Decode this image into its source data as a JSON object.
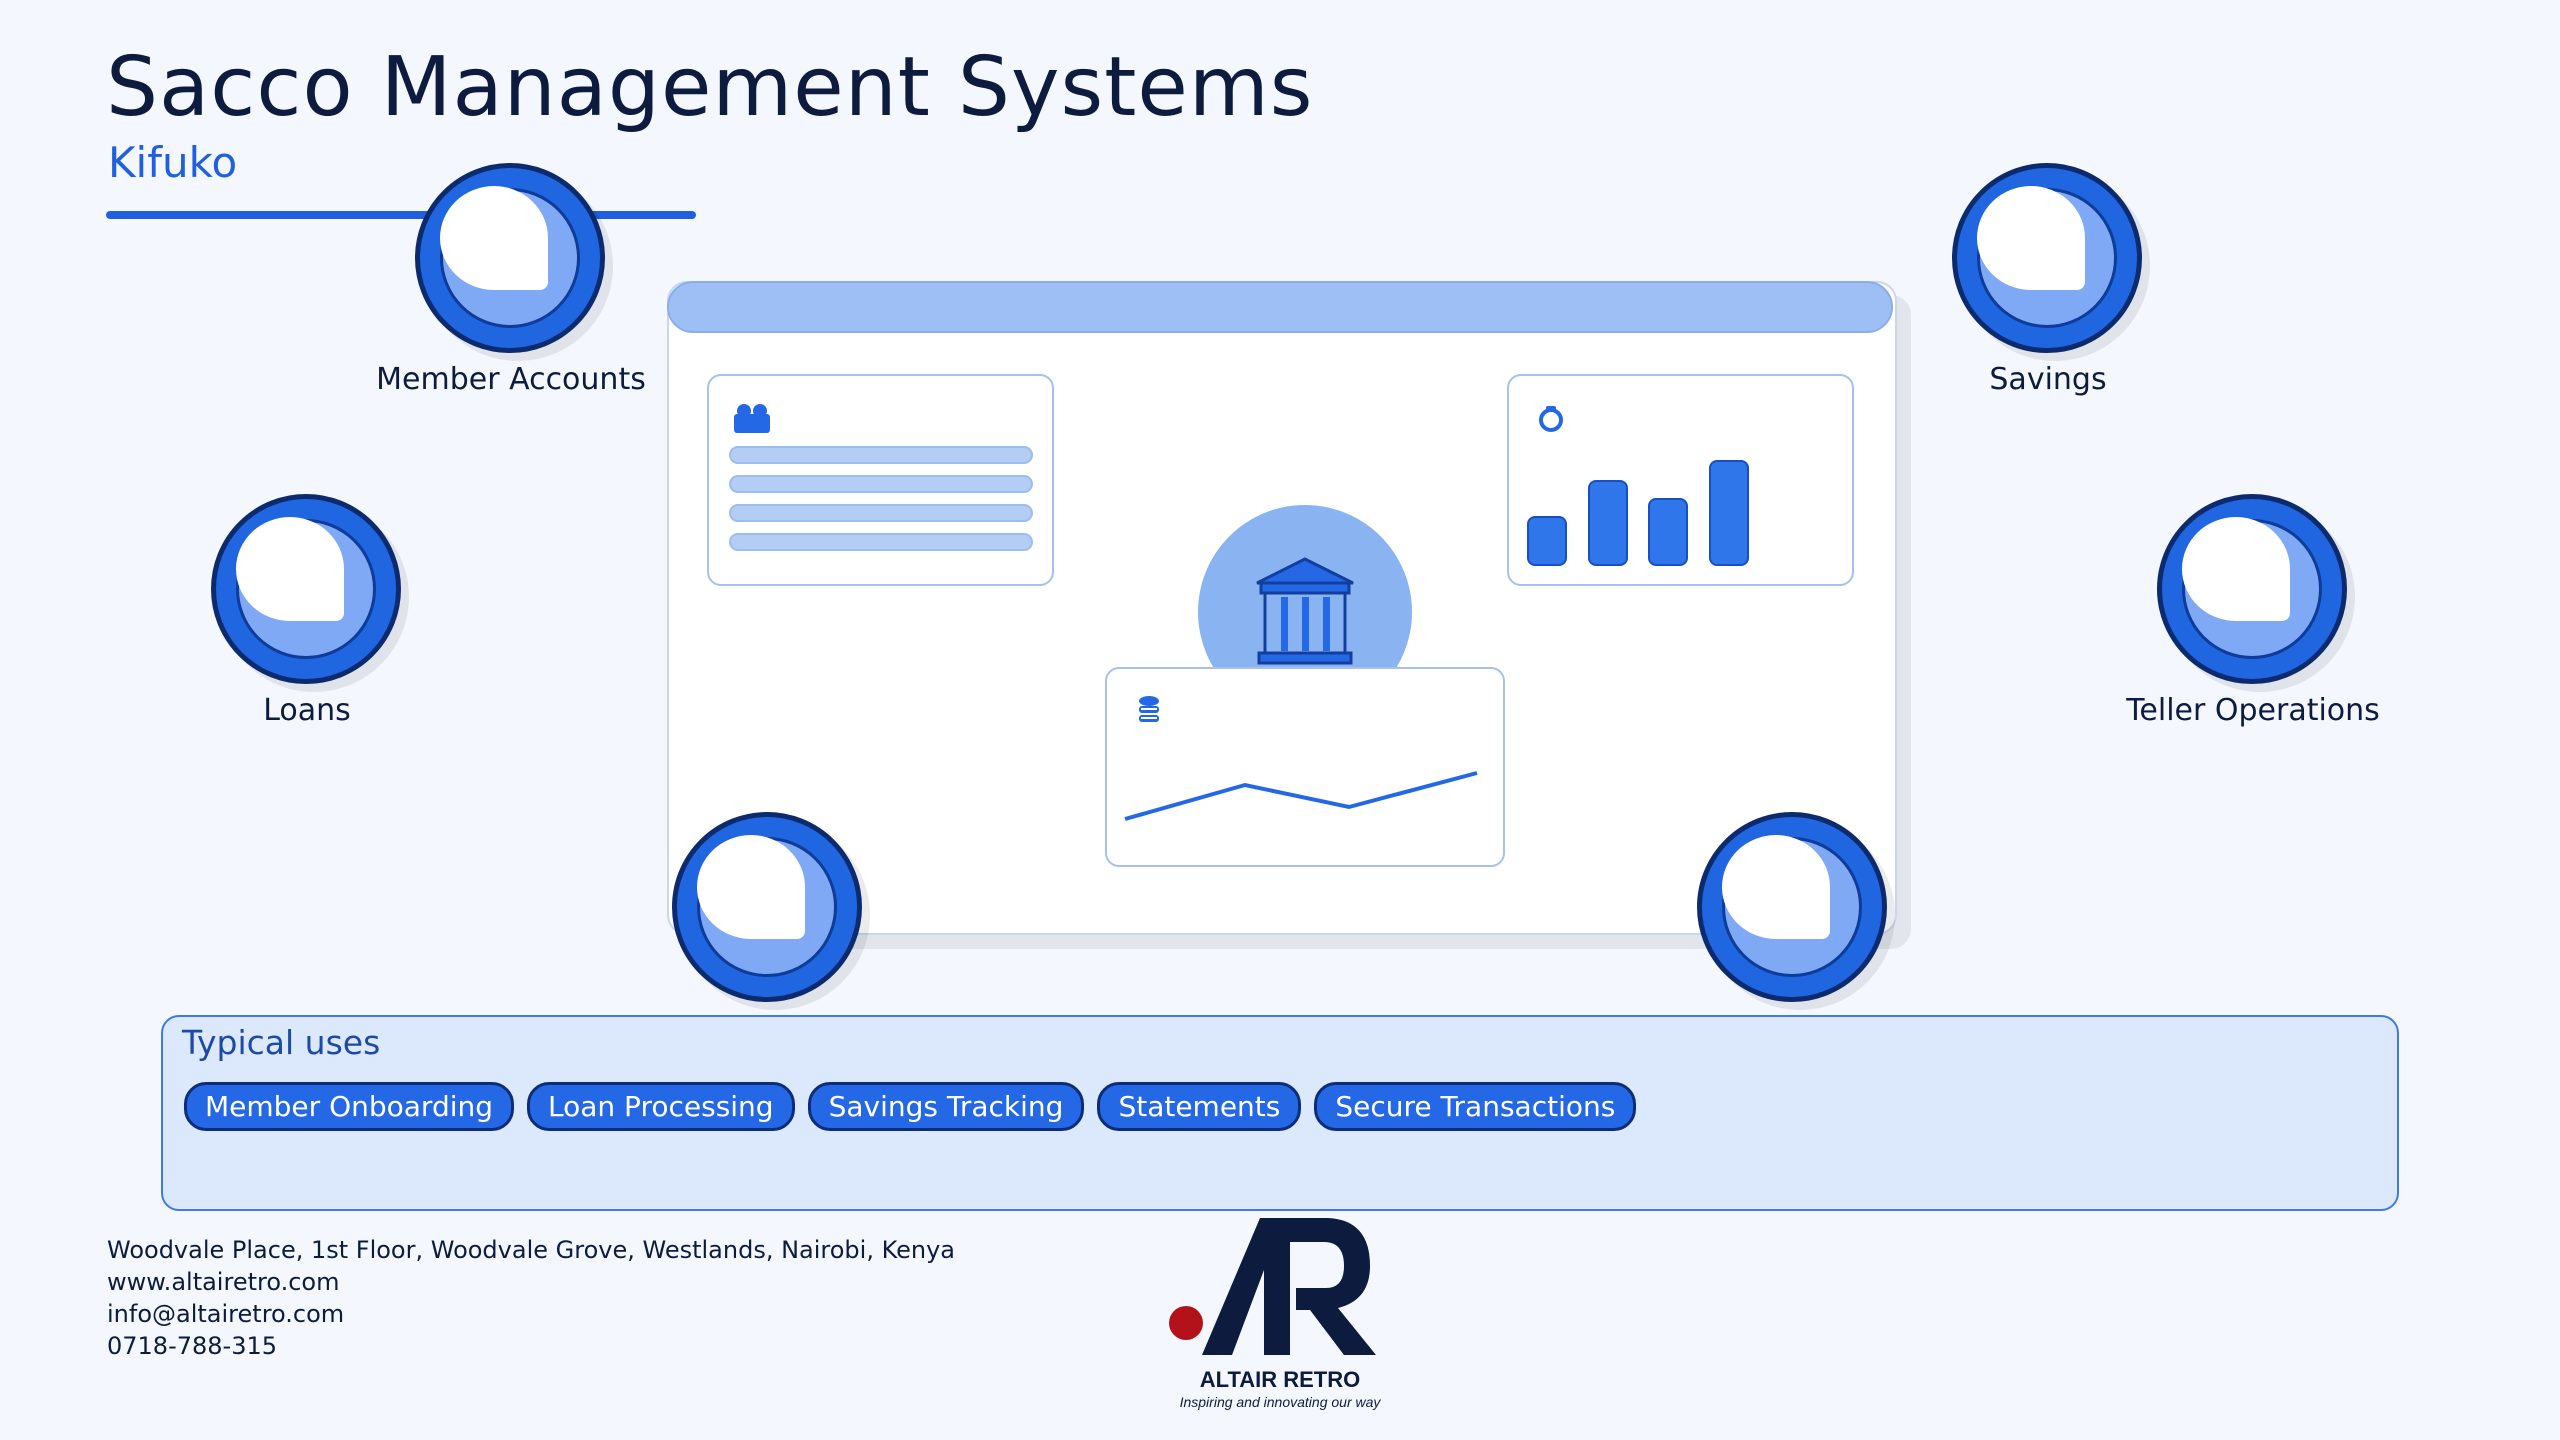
{
  "header": {
    "title": "Sacco Management Systems",
    "subtitle": "Kifuko"
  },
  "features": [
    {
      "label": "Member Accounts",
      "icon": "member-accounts-icon"
    },
    {
      "label": "Savings",
      "icon": "savings-icon"
    },
    {
      "label": "Loans",
      "icon": "loans-icon"
    },
    {
      "label": "Teller Operations",
      "icon": "teller-operations-icon"
    }
  ],
  "typical_uses": {
    "title": "Typical uses",
    "chips": [
      "Member Onboarding",
      "Loan Processing",
      "Savings Tracking",
      "Statements",
      "Secure Transactions"
    ]
  },
  "footer": {
    "address": "Woodvale Place, 1st Floor, Woodvale Grove, Westlands, Nairobi, Kenya",
    "website": "www.altairetro.com",
    "email": "info@altairetro.com",
    "phone": "0718-788-315"
  },
  "logo": {
    "name": "ALTAIR RETRO",
    "tagline": "Inspiring and innovating our way"
  },
  "colors": {
    "primary": "#1f66e0",
    "navy": "#0d1b3e",
    "accent_red": "#b3121b",
    "background": "#f4f7fd"
  }
}
